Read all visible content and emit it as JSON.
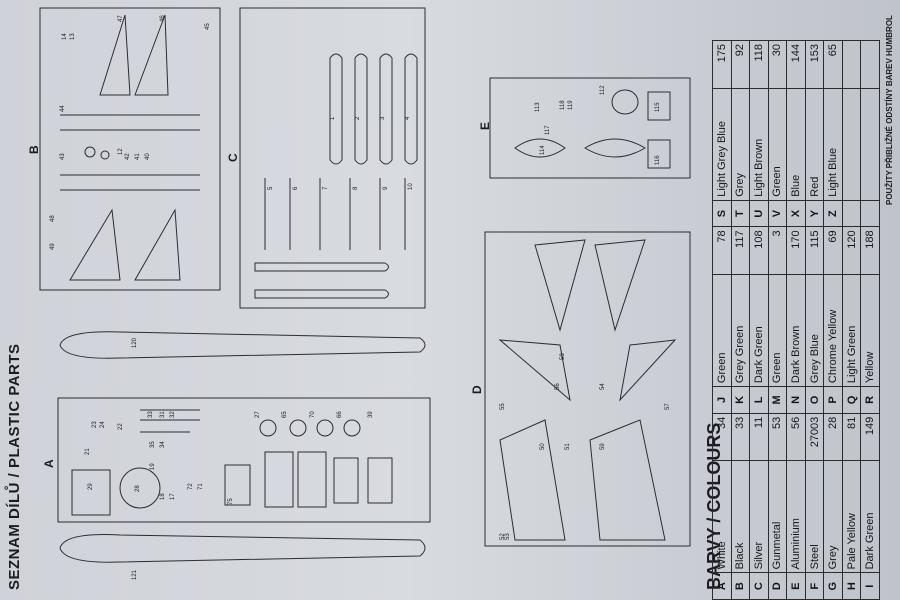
{
  "heading": "SEZNAM DÍLŮ / PLASTIC PARTS",
  "sprues": {
    "a": "A",
    "b": "B",
    "c": "C",
    "d": "D",
    "e": "E"
  },
  "part_numbers": {
    "a": [
      "120",
      "121",
      "29",
      "28",
      "27",
      "65",
      "70",
      "66",
      "39",
      "75",
      "22",
      "33",
      "32",
      "31",
      "35",
      "34",
      "71",
      "72",
      "21",
      "23",
      "24",
      "19",
      "18",
      "17"
    ],
    "b": [
      "47",
      "46",
      "45",
      "44",
      "43",
      "42",
      "41",
      "40",
      "12",
      "14",
      "13",
      "49",
      "48"
    ],
    "c": [
      "1",
      "2",
      "3",
      "4",
      "5",
      "6",
      "7",
      "8",
      "9",
      "10"
    ],
    "d": [
      "50",
      "51",
      "52",
      "53",
      "54",
      "55",
      "56",
      "57",
      "58",
      "59"
    ],
    "e": [
      "112",
      "113",
      "114",
      "115",
      "116",
      "117",
      "118",
      "119"
    ]
  },
  "colours_heading": "BARVY / COLOURS",
  "colours": [
    [
      "A",
      "White",
      "34",
      "J",
      "Green",
      "78",
      "S",
      "Light Grey Blue",
      "175"
    ],
    [
      "B",
      "Black",
      "33",
      "K",
      "Grey Green",
      "117",
      "T",
      "Grey",
      "92"
    ],
    [
      "C",
      "Silver",
      "11",
      "L",
      "Dark Green",
      "108",
      "U",
      "Light Brown",
      "118"
    ],
    [
      "D",
      "Gunmetal",
      "53",
      "M",
      "Green",
      "3",
      "V",
      "Green",
      "30"
    ],
    [
      "E",
      "Aluminium",
      "56",
      "N",
      "Dark Brown",
      "170",
      "X",
      "Blue",
      "144"
    ],
    [
      "F",
      "Steel",
      "27003",
      "O",
      "Grey Blue",
      "115",
      "Y",
      "Red",
      "153"
    ],
    [
      "G",
      "Grey",
      "28",
      "P",
      "Chrome Yellow",
      "69",
      "Z",
      "Light Blue",
      "65"
    ],
    [
      "H",
      "Pale Yellow",
      "81",
      "Q",
      "Light Green",
      "120",
      "",
      "",
      ""
    ],
    [
      "I",
      "Dark Green",
      "149",
      "R",
      "Yellow",
      "188",
      "",
      "",
      ""
    ]
  ],
  "footnote": "POUŽITY PŘIBLIŽNÉ ODSTÍNY BAREV HUMBROL"
}
